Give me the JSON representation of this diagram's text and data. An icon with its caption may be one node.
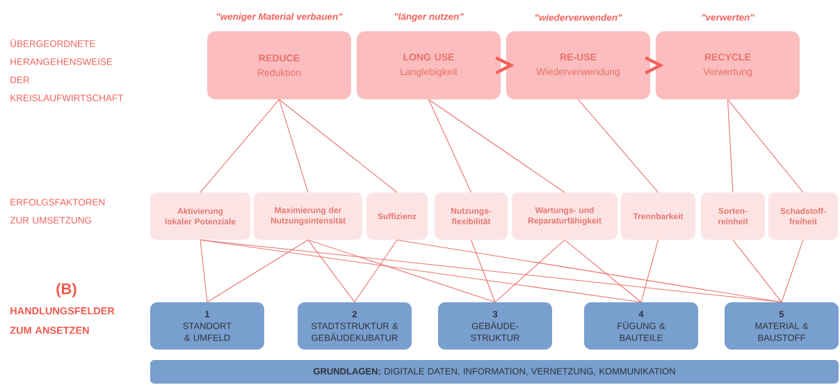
{
  "diagram": {
    "nodes": [
      {
        "text": [
          "REDUCE",
          "Reduktion"
        ],
        "beside": [
          "\"weniger Material verbauen\""
        ]
      },
      {
        "text": [
          "LONG USE",
          "Langlebigkeit"
        ],
        "beside": [
          "\"länger nutzen\""
        ]
      },
      {
        "text": [
          "RE-USE",
          "Wiederverwendung"
        ],
        "beside": [
          "\"wiederverwenden\""
        ]
      },
      {
        "text": [
          "RECYCLE",
          "Verwertung"
        ],
        "beside": [
          "\"verwerten\""
        ]
      },
      {
        "text": [
          "Aktivierung lokaler Potenziale"
        ]
      },
      {
        "text": [
          "Maximierung der Nutzungsintensität"
        ]
      },
      {
        "text": [
          "Suffizienz"
        ]
      },
      {
        "text": [
          "Nutzungs- flexibilität"
        ]
      },
      {
        "text": [
          "Wartungs- und Reparaturfähigkeit"
        ]
      },
      {
        "text": [
          "Trennbarkeit"
        ]
      },
      {
        "text": [
          "Sorten- reinheit"
        ]
      },
      {
        "text": [
          "Schadstoff- freiheit"
        ]
      },
      {
        "text": [
          "1",
          "STANDORT & UMFELD"
        ]
      },
      {
        "text": [
          "2",
          "STADTSTRUKTUR & GEBÄUDEKUBATUR"
        ]
      },
      {
        "text": [
          "3",
          "GEBÄUDE- STRUKTUR"
        ]
      },
      {
        "text": [
          "4",
          "FÜGUNG & BAUTEILE"
        ]
      },
      {
        "text": [
          "5",
          "MATERIAL & BAUSTOFF"
        ]
      },
      {
        "text": [
          "**GRUNDLAGEN:** DIGITALE DATEN, INFORMATION, VERNETZUNG, KOMMUNIKATION"
        ]
      }
    ],
    "edges": [
      {
        "from": 1,
        "to": 2,
        "arrow": "to",
        "style": "thick"
      },
      {
        "from": 2,
        "to": 3,
        "arrow": "to",
        "style": "thick"
      },
      {
        "from": 0,
        "to": 4,
        "arrow": "none"
      },
      {
        "from": 0,
        "to": 5,
        "arrow": "none"
      },
      {
        "from": 0,
        "to": 6,
        "arrow": "none"
      },
      {
        "from": 1,
        "to": 7,
        "arrow": "none"
      },
      {
        "from": 1,
        "to": 8,
        "arrow": "none"
      },
      {
        "from": 2,
        "to": 9,
        "arrow": "none"
      },
      {
        "from": 3,
        "to": 10,
        "arrow": "none"
      },
      {
        "from": 3,
        "to": 11,
        "arrow": "none"
      },
      {
        "from": 4,
        "to": 12,
        "arrow": "none"
      },
      {
        "from": 4,
        "to": 15,
        "arrow": "none"
      },
      {
        "from": 4,
        "to": 16,
        "arrow": "none"
      },
      {
        "from": 5,
        "to": 12,
        "arrow": "none"
      },
      {
        "from": 5,
        "to": 13,
        "arrow": "none"
      },
      {
        "from": 5,
        "to": 14,
        "arrow": "none"
      },
      {
        "from": 6,
        "to": 13,
        "arrow": "none"
      },
      {
        "from": 6,
        "to": 16,
        "arrow": "none"
      },
      {
        "from": 7,
        "to": 14,
        "arrow": "none"
      },
      {
        "from": 8,
        "to": 14,
        "arrow": "none"
      },
      {
        "from": 8,
        "to": 15,
        "arrow": "none"
      },
      {
        "from": 9,
        "to": 15,
        "arrow": "none"
      },
      {
        "from": 10,
        "to": 16,
        "arrow": "none"
      },
      {
        "from": 11,
        "to": 16,
        "arrow": "none"
      }
    ],
    "labels": [
      "ÜBERGEORDNETE HERANGEHENSWEISE DER KREISLAUFWIRTSCHAFT",
      "ERFOLGSFAKTOREN ZUR UMSETZUNG",
      "(B)",
      "HANDLUNGSFELDER ZUM ANSETZEN"
    ]
  }
}
